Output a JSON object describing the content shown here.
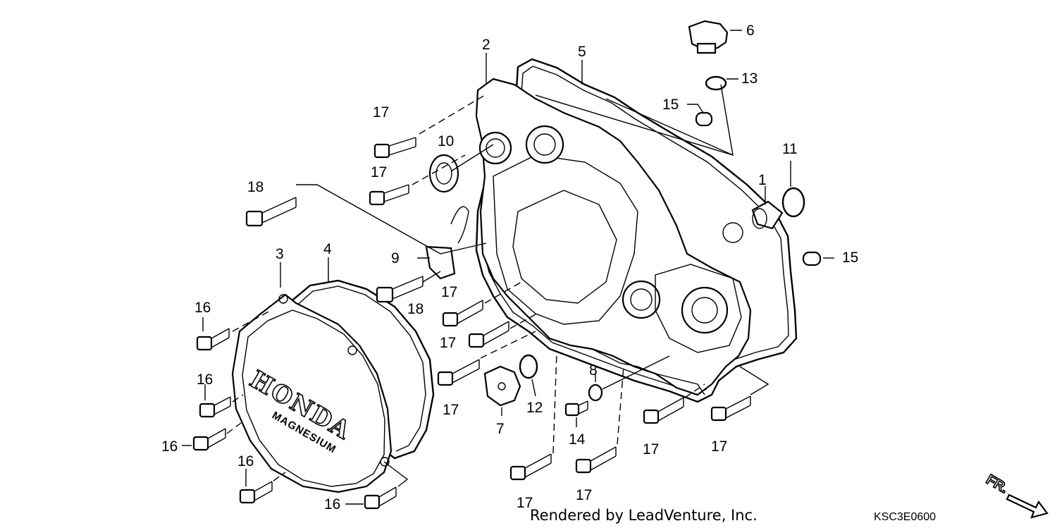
{
  "labels": {
    "p1": "1",
    "p2": "2",
    "p3": "3",
    "p4": "4",
    "p5": "5",
    "p6": "6",
    "p7": "7",
    "p8": "8",
    "p9": "9",
    "p10": "10",
    "p11": "11",
    "p12": "12",
    "p13": "13",
    "p14": "14",
    "p15a": "15",
    "p15b": "15",
    "p16a": "16",
    "p16b": "16",
    "p16c": "16",
    "p16d": "16",
    "p16e": "16",
    "p17a": "17",
    "p17b": "17",
    "p17c": "17",
    "p17d": "17",
    "p17e": "17",
    "p17f": "17",
    "p17g": "17",
    "p17h": "17",
    "p17i": "17",
    "p18a": "18",
    "p18b": "18"
  },
  "cover_text": {
    "brand": "HONDA",
    "material": "MAGNESIUM"
  },
  "direction_mark": "FR.",
  "credit": "Rendered by LeadVenture, Inc.",
  "diagram_code": "KSC3E0600"
}
